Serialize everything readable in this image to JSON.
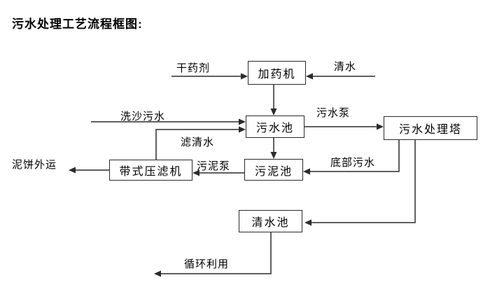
{
  "title": "污水处理工艺流程框图:",
  "diagram": {
    "nodes": {
      "dosing_machine": "加药机",
      "sewage_pool": "污水池",
      "treatment_tower": "污水处理塔",
      "sludge_pool": "污泥池",
      "belt_filter_press": "带式压滤机",
      "clean_water_pool": "清水池"
    },
    "labels": {
      "dry_agent": "干药剂",
      "clean_water": "清水",
      "sand_washing_sewage": "洗沙污水",
      "sewage_pump": "污水泵",
      "filtered_water": "滤清水",
      "sludge_pump": "污泥泵",
      "bottom_sewage": "底部污水",
      "mud_cake_out": "泥饼外运",
      "recycle": "循环利用"
    },
    "connections": [
      {
        "from": "external",
        "to": "dosing_machine",
        "label": "干药剂"
      },
      {
        "from": "external",
        "to": "dosing_machine",
        "label": "清水"
      },
      {
        "from": "dosing_machine",
        "to": "sewage_pool",
        "label": ""
      },
      {
        "from": "external",
        "to": "sewage_pool",
        "label": "洗沙污水"
      },
      {
        "from": "belt_filter_press",
        "to": "sewage_pool",
        "label": "滤清水"
      },
      {
        "from": "sewage_pool",
        "to": "treatment_tower",
        "label": "污水泵"
      },
      {
        "from": "sewage_pool",
        "to": "sludge_pool",
        "label": ""
      },
      {
        "from": "treatment_tower",
        "to": "sludge_pool",
        "label": "底部污水"
      },
      {
        "from": "sludge_pool",
        "to": "belt_filter_press",
        "label": "污泥泵"
      },
      {
        "from": "belt_filter_press",
        "to": "external",
        "label": "泥饼外运"
      },
      {
        "from": "treatment_tower",
        "to": "clean_water_pool",
        "label": ""
      },
      {
        "from": "clean_water_pool",
        "to": "external",
        "label": "循环利用"
      }
    ],
    "colors": {
      "line": "#2b2b2b",
      "box_border": "#2b2b2b",
      "text": "#000000",
      "background": "#ffffff"
    }
  }
}
